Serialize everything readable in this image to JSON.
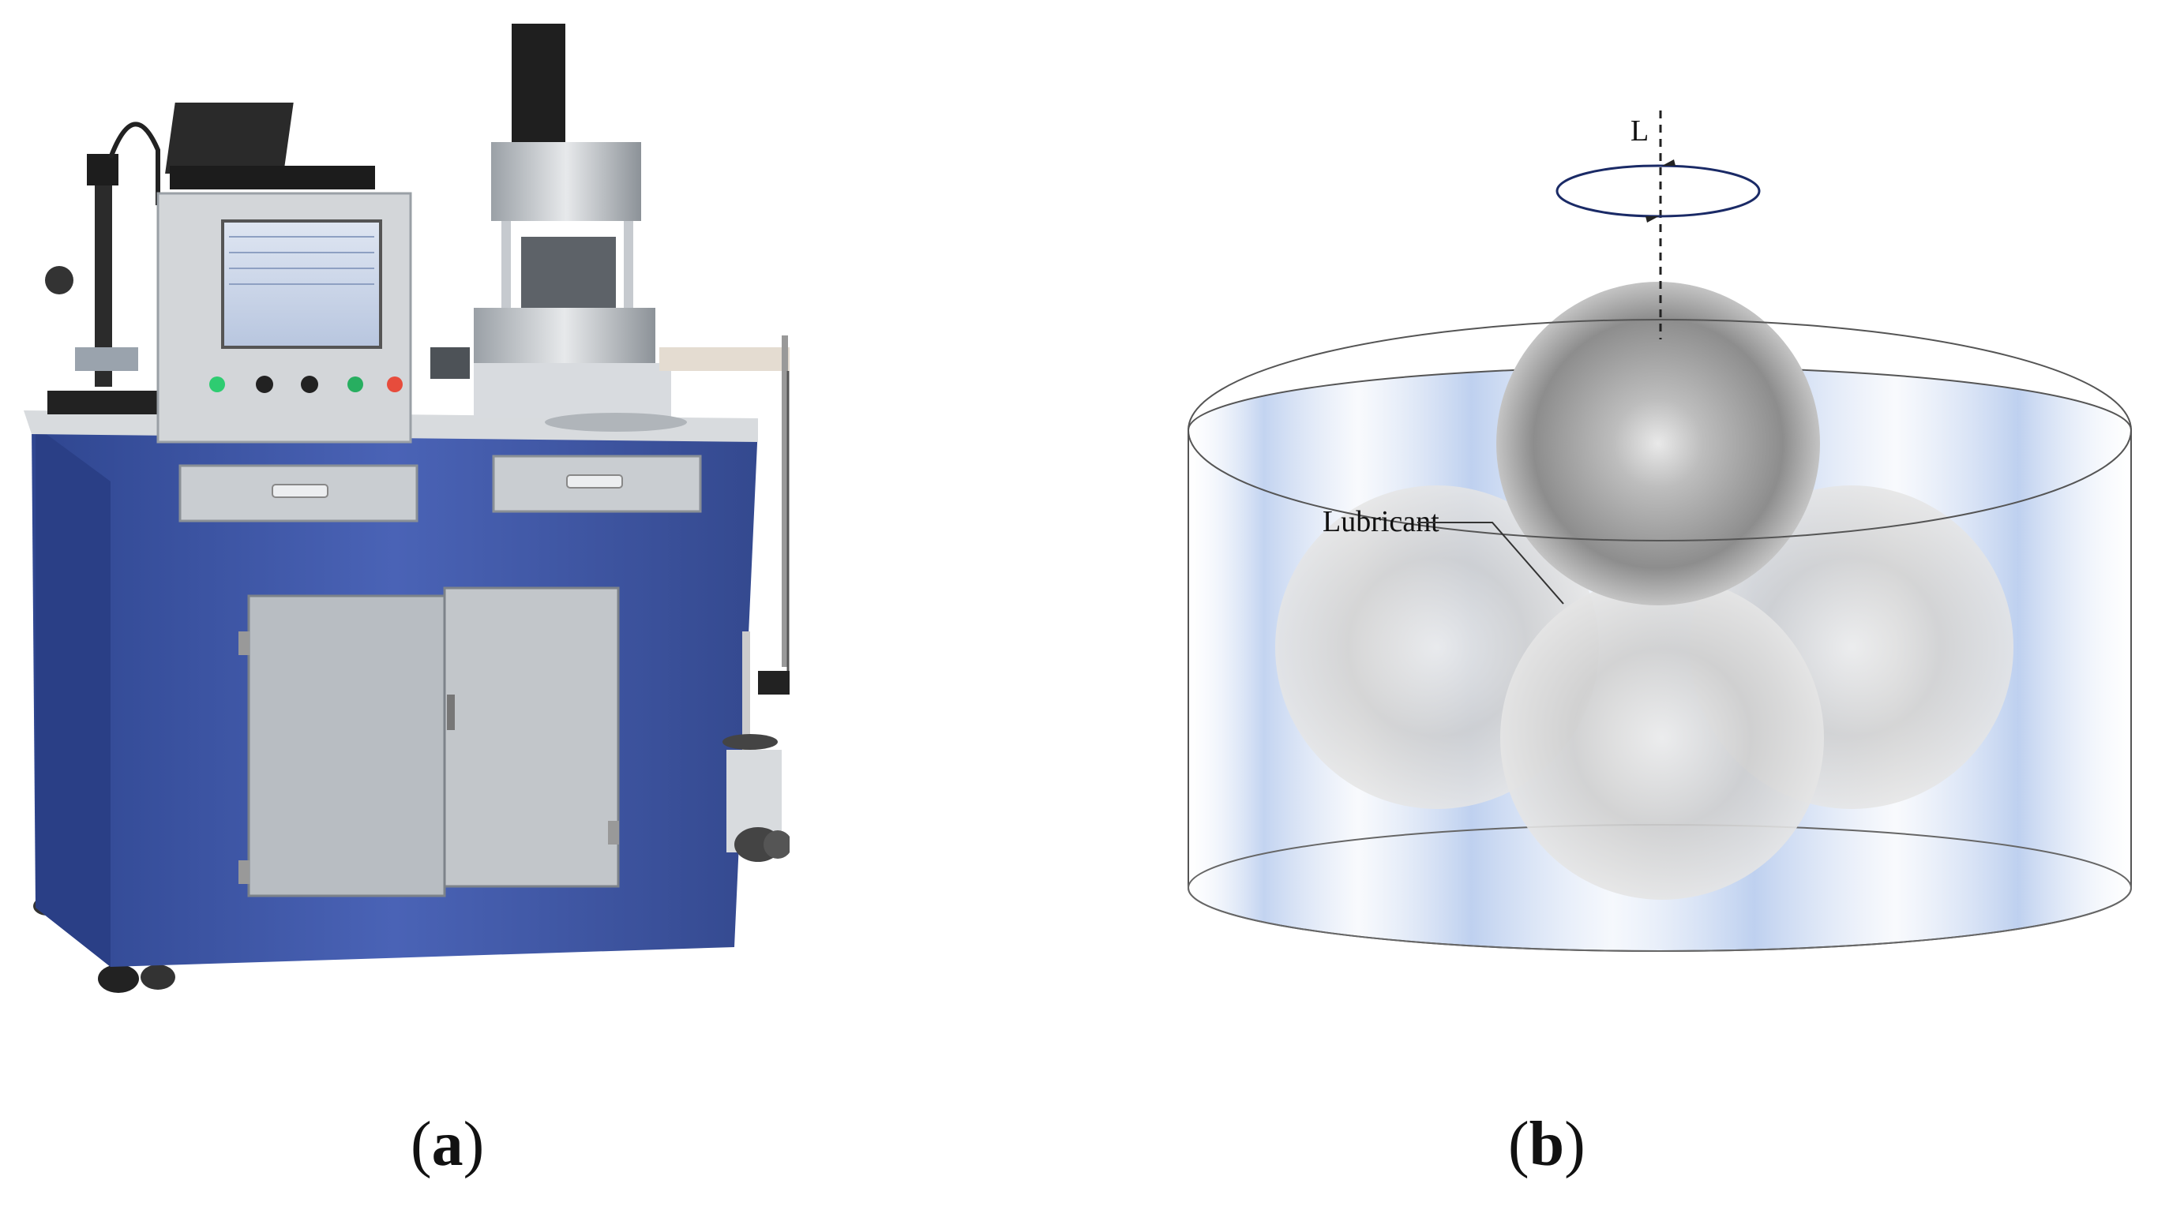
{
  "panel_a": {
    "caption_open": "(",
    "caption_letter": "a",
    "caption_close": ")",
    "illustration": "four-ball-tribometer-machine",
    "colors": {
      "cabinet": "#3e57a8",
      "panel": "#cfd2d4",
      "doors": "#b7bcc0"
    }
  },
  "panel_b": {
    "caption_open": "(",
    "caption_letter": "b",
    "caption_close": ")",
    "axis_label": "L",
    "lubricant_label": "Lubricant",
    "colors": {
      "fluid": "#a9c1ea",
      "ball": "#bdbdbd",
      "line": "#333333"
    }
  }
}
